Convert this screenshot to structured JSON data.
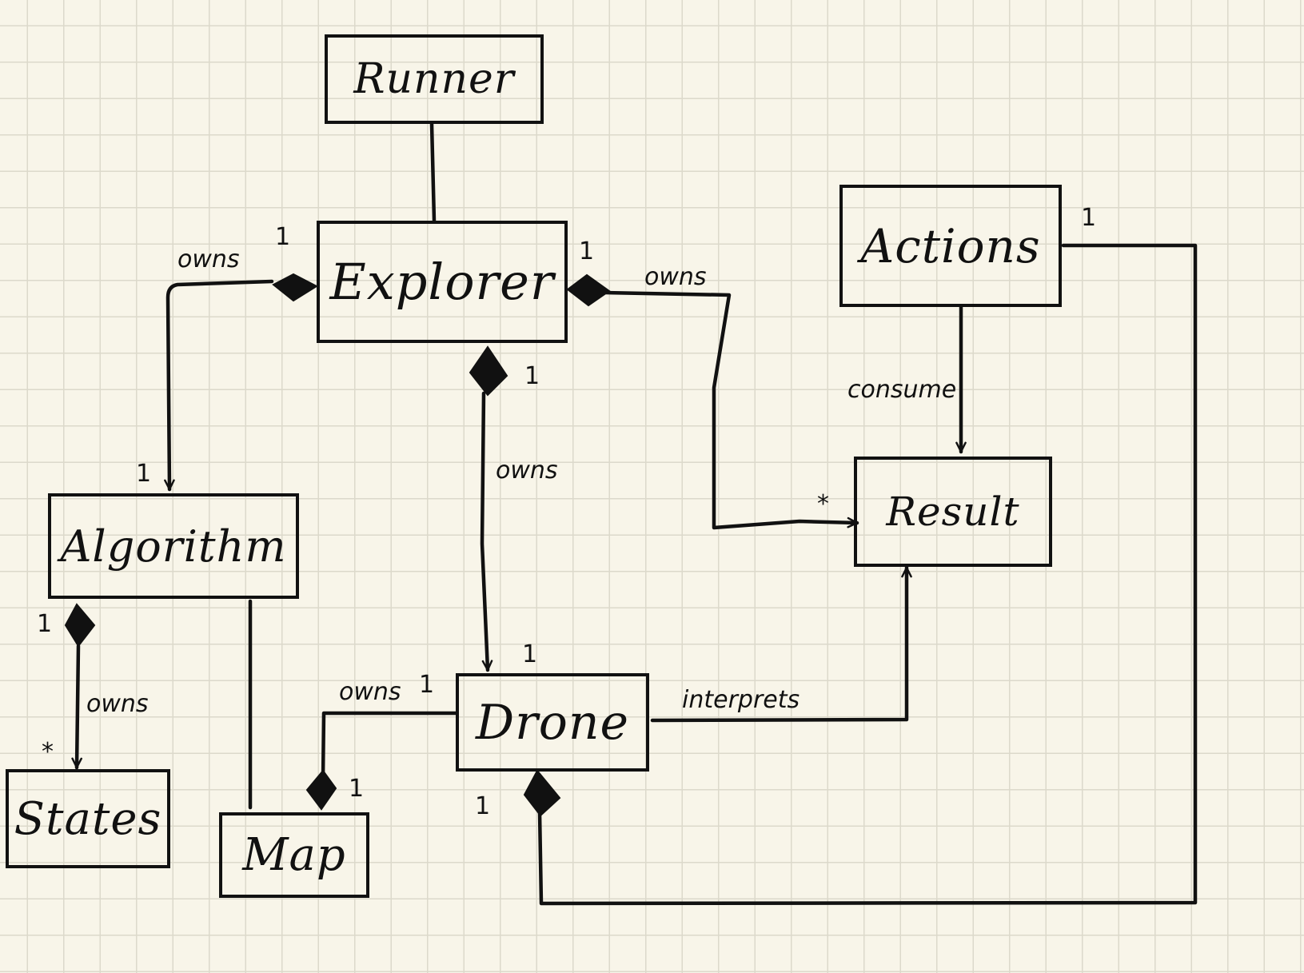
{
  "classes": {
    "runner": "Runner",
    "explorer": "Explorer",
    "actions": "Actions",
    "algorithm": "Algorithm",
    "result": "Result",
    "drone": "Drone",
    "states": "States",
    "map": "Map"
  },
  "labels": {
    "explorer_algorithm": "owns",
    "explorer_result": "owns",
    "explorer_drone": "owns",
    "algorithm_states": "owns",
    "drone_map": "owns",
    "actions_result": "consume",
    "drone_result": "interprets"
  },
  "multiplicities": {
    "explorer_left": "1",
    "explorer_right": "1",
    "explorer_bottom": "1",
    "algorithm_top": "1",
    "algorithm_bottom": "1",
    "states_top": "*",
    "drone_top": "1",
    "drone_left": "1",
    "drone_bottom": "1",
    "map_top": "1",
    "result_left": "*",
    "actions_right": "1"
  }
}
